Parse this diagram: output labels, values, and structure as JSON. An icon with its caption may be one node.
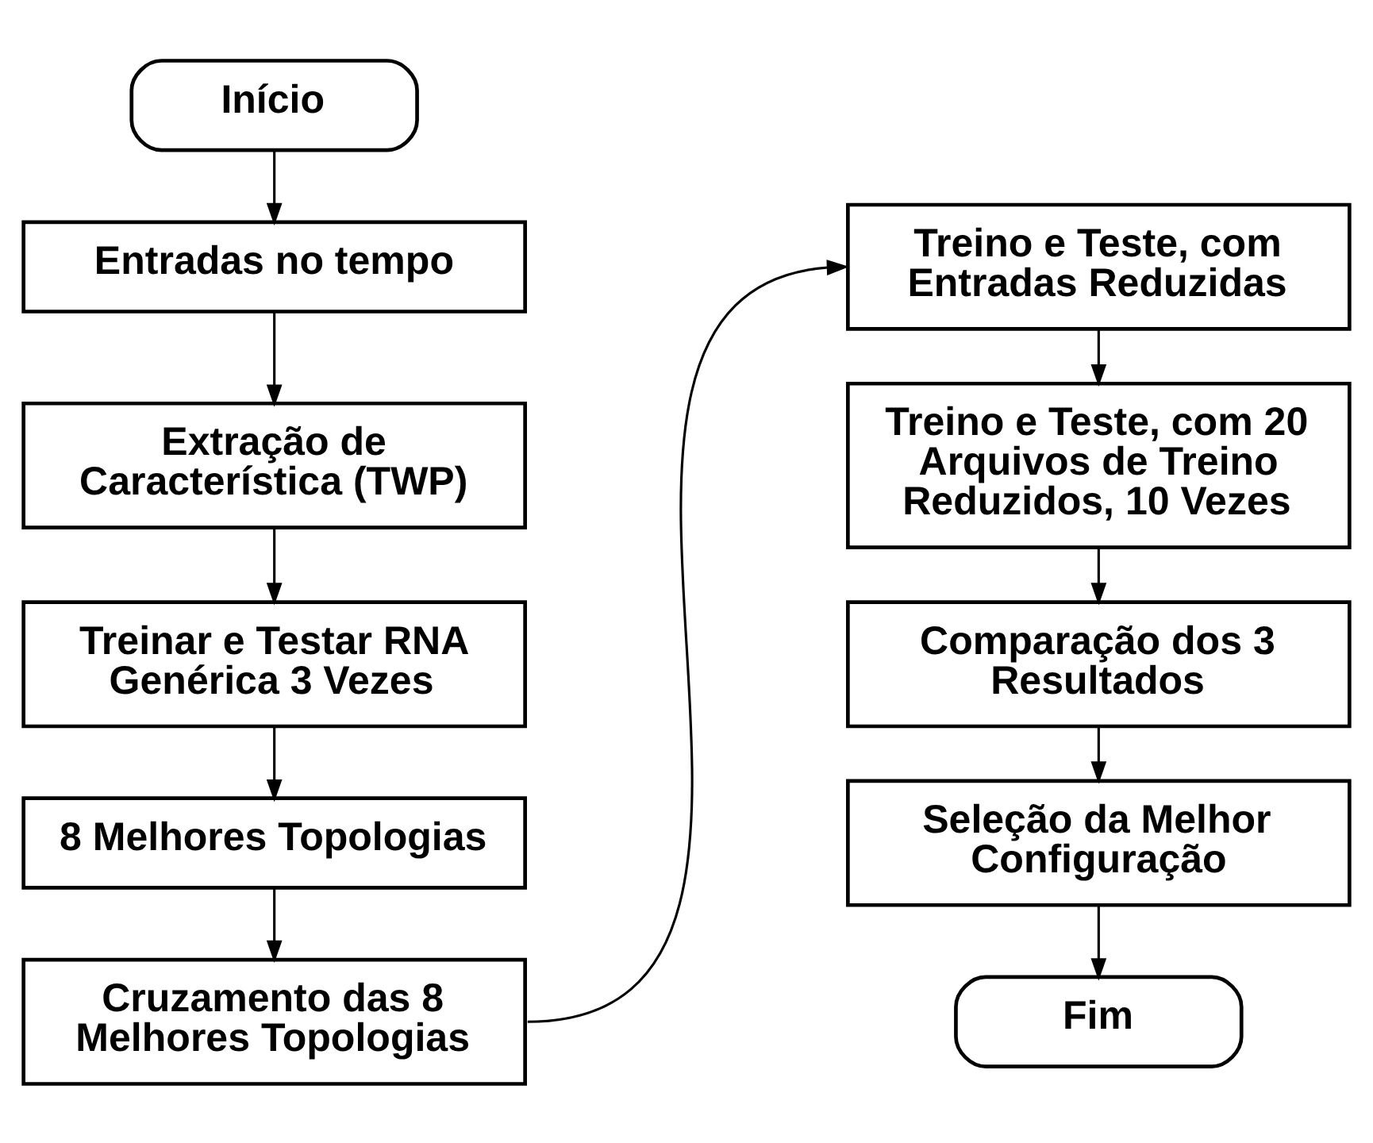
{
  "diagram": {
    "nodes": [
      {
        "text": [
          "Início"
        ]
      },
      {
        "text": [
          "Entradas no tempo"
        ]
      },
      {
        "text": [
          "Extração de Característica (TWP)"
        ]
      },
      {
        "text": [
          "Treinar e Testar RNA Genérica 3 Vezes"
        ]
      },
      {
        "text": [
          "8 Melhores Topologias"
        ]
      },
      {
        "text": [
          "Cruzamento das 8 Melhores Topologias"
        ]
      },
      {
        "text": [
          "Treino e Teste, com Entradas Reduzidas"
        ]
      },
      {
        "text": [
          "Treino e Teste, com 20 Arquivos de Treino Reduzidos, 10 Vezes"
        ]
      },
      {
        "text": [
          "Comparação dos 3 Resultados"
        ]
      },
      {
        "text": [
          "Seleção da Melhor Configuração"
        ]
      },
      {
        "text": [
          "Fim"
        ]
      }
    ],
    "edges": [
      {
        "from": 0,
        "to": 1,
        "arrow": "to"
      },
      {
        "from": 1,
        "to": 2,
        "arrow": "to"
      },
      {
        "from": 2,
        "to": 3,
        "arrow": "to"
      },
      {
        "from": 3,
        "to": 4,
        "arrow": "to"
      },
      {
        "from": 4,
        "to": 5,
        "arrow": "to"
      },
      {
        "from": 5,
        "to": 6,
        "arrow": "to"
      },
      {
        "from": 6,
        "to": 7,
        "arrow": "to"
      },
      {
        "from": 7,
        "to": 8,
        "arrow": "to"
      },
      {
        "from": 8,
        "to": 9,
        "arrow": "to"
      },
      {
        "from": 9,
        "to": 10,
        "arrow": "to"
      }
    ]
  }
}
